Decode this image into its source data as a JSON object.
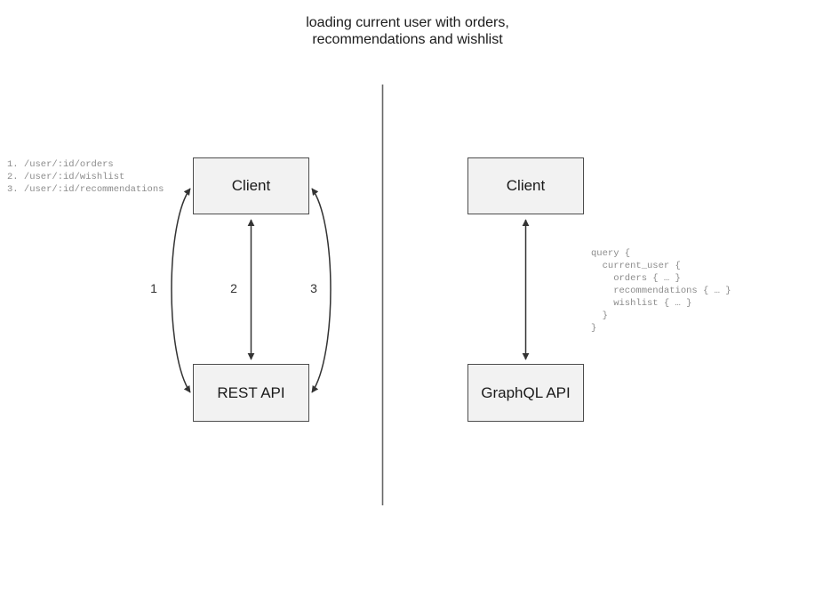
{
  "title": "loading current user with orders,\nrecommendations and wishlist",
  "divider": {
    "name": "panel-divider"
  },
  "left_panel": {
    "client_label": "Client",
    "api_label": "REST API",
    "endpoints": "1. /user/:id/orders\n2. /user/:id/wishlist\n3. /user/:id/recommendations",
    "edge_labels": [
      "1",
      "2",
      "3"
    ]
  },
  "right_panel": {
    "client_label": "Client",
    "api_label": "GraphQL API",
    "query": "query {\n  current_user {\n    orders { … }\n    recommendations { … }\n    wishlist { … }\n  }\n}"
  },
  "colors": {
    "node_fill": "#f2f2f2",
    "node_border": "#4d4d4d",
    "edge_stroke": "#4d4d4d",
    "divider": "#666666",
    "code_text": "#8c8c8c",
    "title_text": "#1a1a1a",
    "background": "#ffffff"
  }
}
